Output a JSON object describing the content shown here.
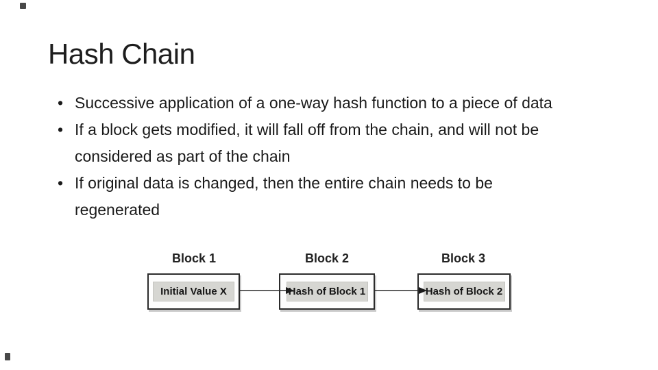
{
  "slide": {
    "title": "Hash Chain",
    "bullet_char": "•",
    "bullets": [
      {
        "lines": [
          "Successive application of a one-way hash function to a piece of data"
        ]
      },
      {
        "lines": [
          "If a block gets modified, it will fall off from the chain, and will not be",
          "considered as part of the chain"
        ]
      },
      {
        "lines": [
          "If original data is changed, then the entire chain needs to be",
          "regenerated"
        ]
      }
    ]
  },
  "diagram": {
    "blocks": [
      {
        "label": "Block 1",
        "value": "Initial Value X"
      },
      {
        "label": "Block 2",
        "value": "Hash of Block 1"
      },
      {
        "label": "Block 3",
        "value": "Hash of Block 2"
      }
    ],
    "colors": {
      "box_border": "#2b2b2b",
      "inner_fill": "#d6d6d2",
      "arrow": "#2b2b2b",
      "text": "#1a1a1a",
      "background": "#ffffff"
    }
  }
}
